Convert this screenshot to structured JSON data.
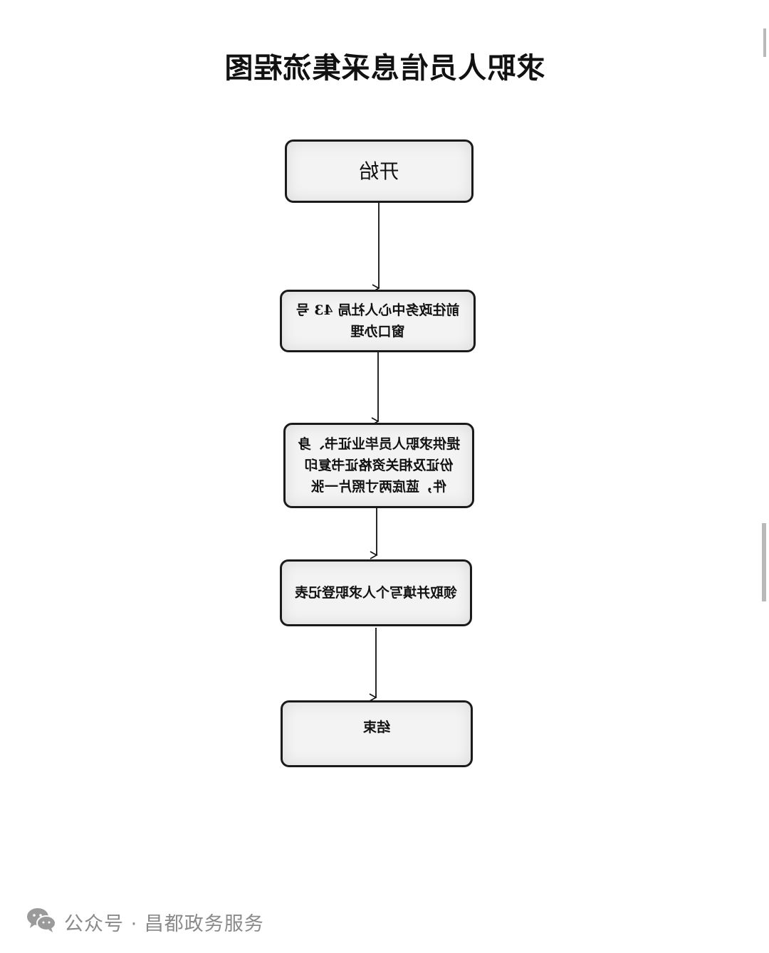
{
  "diagram": {
    "title": "求职人员信息采集流程图",
    "nodes": [
      {
        "id": "start",
        "label": "开始"
      },
      {
        "id": "step1",
        "label": "前往政务中心人社局 43 号窗口办理"
      },
      {
        "id": "step2",
        "label": "提供求职人员毕业证书、身份证及相关资格证书复印件，蓝底两寸照片一张"
      },
      {
        "id": "step3",
        "label": "领取并填写个人求职登记表"
      },
      {
        "id": "end",
        "label": "结束"
      }
    ],
    "edges": [
      {
        "from": "start",
        "to": "step1"
      },
      {
        "from": "step1",
        "to": "step2"
      },
      {
        "from": "step2",
        "to": "step3"
      },
      {
        "from": "step3",
        "to": "end"
      }
    ]
  },
  "footer": {
    "icon": "wechat-icon",
    "text": "公众号 · 昌都政务服务"
  }
}
